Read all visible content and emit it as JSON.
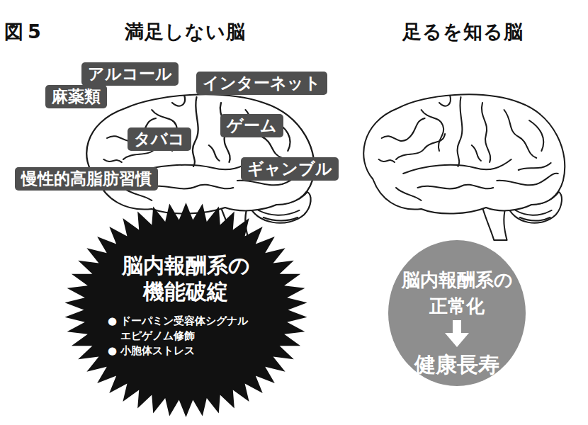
{
  "diagram": {
    "nodes": [
      {
        "text": [
          "アルコール"
        ]
      },
      {
        "text": [
          "麻薬類"
        ]
      },
      {
        "text": [
          "インターネット"
        ]
      },
      {
        "text": [
          "タバコ"
        ]
      },
      {
        "text": [
          "ゲーム"
        ]
      },
      {
        "text": [
          "ギャンブル"
        ]
      },
      {
        "text": [
          "慢性的高脂肪習慣"
        ]
      },
      {
        "text": [
          "脳内報酬系の 機能破綻",
          "● ドーパミン受容体シグナル エピゲノム修飾",
          "● 小胞体ストレス"
        ]
      },
      {
        "text": [
          "脳内報酬系の 正常化",
          "健康長寿"
        ]
      }
    ],
    "labels": [
      "図5",
      "満足しない脳",
      "足るを知る脳"
    ]
  }
}
